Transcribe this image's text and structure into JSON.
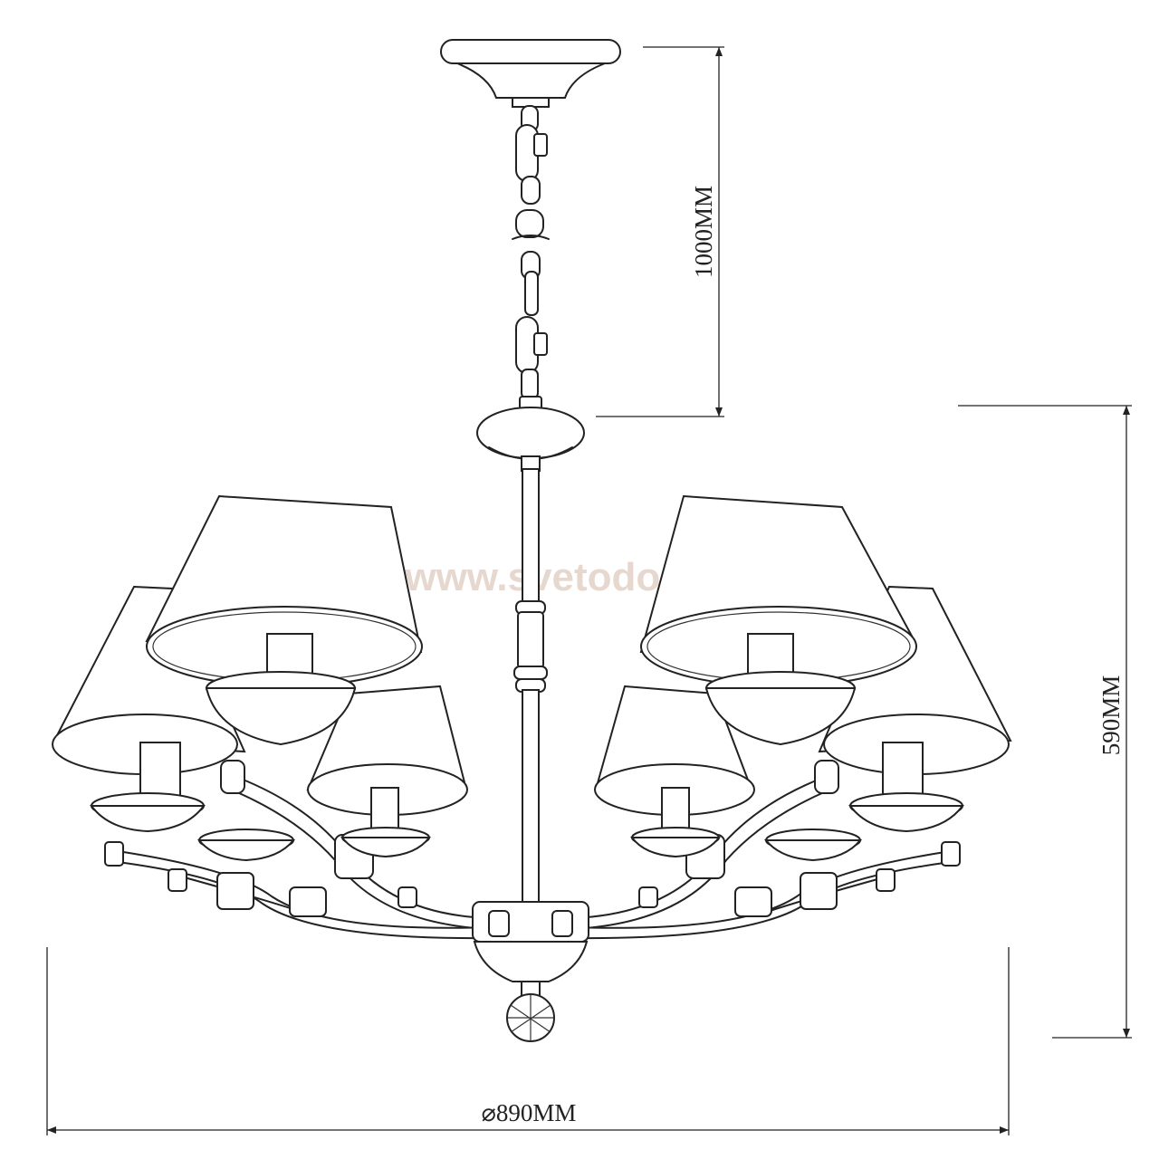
{
  "watermark": "www.svetodom.ru",
  "dimensions": {
    "chain_length": "1000MM",
    "body_height": "590MM",
    "diameter": "⌀890MM"
  }
}
